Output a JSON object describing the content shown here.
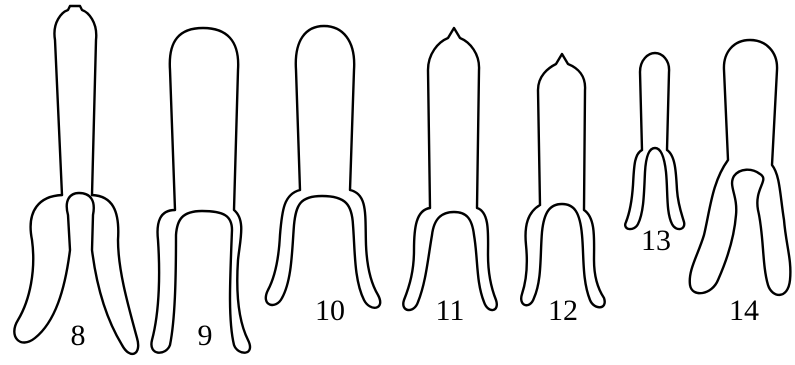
{
  "figure": {
    "stroke_color": "#000000",
    "background": "#ffffff",
    "specimens": [
      {
        "label": "8"
      },
      {
        "label": "9"
      },
      {
        "label": "10"
      },
      {
        "label": "11"
      },
      {
        "label": "12"
      },
      {
        "label": "13"
      },
      {
        "label": "14"
      }
    ]
  }
}
